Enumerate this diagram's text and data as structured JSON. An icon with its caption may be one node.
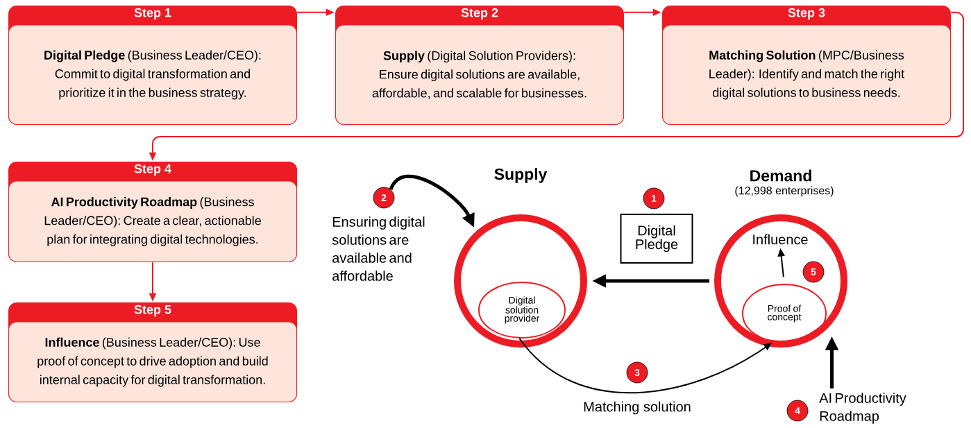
{
  "diagram": {
    "nodes": [
      {
        "text": [
          "Step 1",
          "**Digital Pledge** (Business Leader/CEO): Commit to digital transformation and prioritize it in the business strategy."
        ]
      },
      {
        "text": [
          "Step 2",
          "**Supply** (Digital Solution Providers): Ensure digital solutions are available, affordable, and scalable for businesses."
        ]
      },
      {
        "text": [
          "Step 3",
          "**Matching Solution** (MPC/Business Leader): Identify and match the right digital solutions to business needs."
        ]
      },
      {
        "text": [
          "Step 4",
          "**AI Productivity Roadmap** (Business Leader/CEO): Create a clear, actionable plan for integrating digital technologies."
        ]
      },
      {
        "text": [
          "Step 5",
          "**Influence** (Business Leader/CEO): Use proof of concept to drive adoption and build internal capacity for digital transformation."
        ]
      },
      {
        "text": [
          "Supply"
        ]
      },
      {
        "text": [
          "Digital solution provider"
        ],
        "in": 5
      },
      {
        "text": [
          "Demand",
          "(12,998 enterprises)"
        ]
      },
      {
        "text": [
          "Influence"
        ],
        "in": 7
      },
      {
        "text": [
          "Proof of concept"
        ],
        "in": 7
      },
      {
        "text": [
          "Digital Pledge"
        ]
      },
      {
        "text": [
          "1"
        ]
      },
      {
        "text": [
          "2"
        ]
      },
      {
        "text": [
          "3"
        ]
      },
      {
        "text": [
          "4"
        ]
      },
      {
        "text": [
          "5"
        ],
        "in": 7
      },
      {
        "text": [
          "AI Productivity Roadmap"
        ]
      }
    ],
    "edges": [
      {
        "from": 0,
        "to": 1,
        "arrow": "to",
        "color": "#ed1c24"
      },
      {
        "from": 1,
        "to": 2,
        "arrow": "to",
        "color": "#ed1c24"
      },
      {
        "from": 2,
        "to": 3,
        "arrow": "to",
        "color": "#ed1c24"
      },
      {
        "from": 3,
        "to": 4,
        "arrow": "to",
        "color": "#ed1c24"
      },
      {
        "from": 12,
        "to": 5,
        "arrow": "to",
        "style": "thick"
      },
      {
        "from": 7,
        "to": 5,
        "arrow": "to",
        "style": "thick"
      },
      {
        "from": 6,
        "to": 9,
        "arrow": "to",
        "label": "Matching solution"
      },
      {
        "from": 16,
        "to": 7,
        "arrow": "to",
        "style": "thick"
      },
      {
        "from": 9,
        "to": 8,
        "arrow": "to"
      }
    ],
    "labels": [
      "Ensuring digital solutions are available and affordable"
    ]
  }
}
